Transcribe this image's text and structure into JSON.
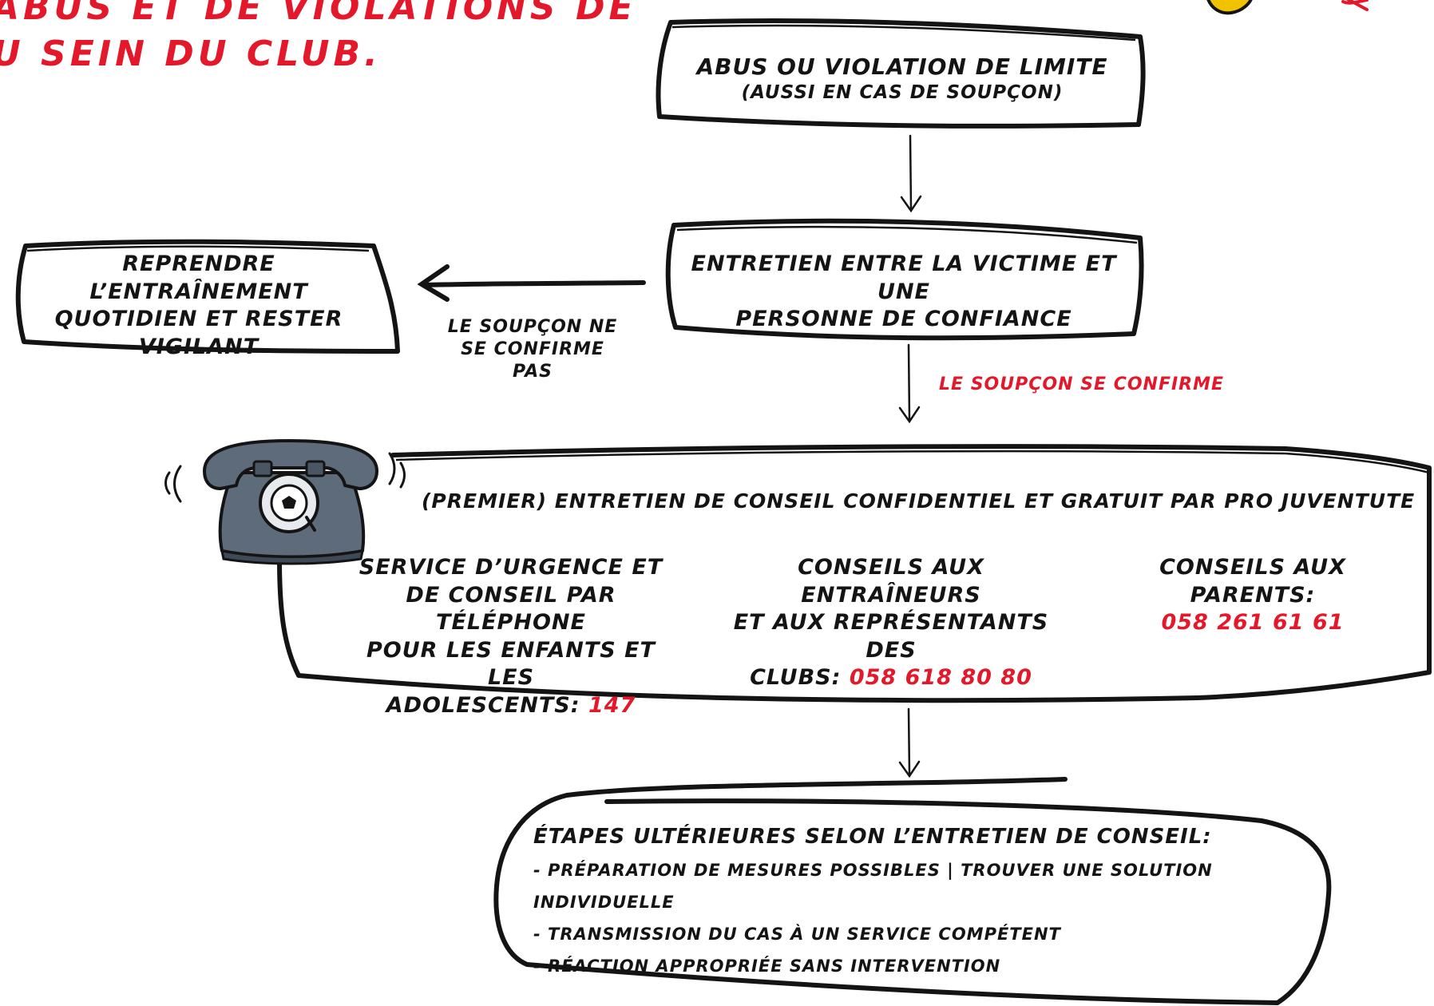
{
  "title": {
    "line1": "abus et de violations de",
    "line2": "u sein du club."
  },
  "nodes": {
    "start": {
      "line1": "Abus ou violation de limite",
      "line2": "(aussi en cas de soupçon)"
    },
    "interview": {
      "line1": "Entretien entre la victime et une",
      "line2": "personne de confiance"
    },
    "resume": {
      "line1": "Reprendre l’entraînement",
      "line2": "quotidien et rester",
      "line3": "vigilant"
    },
    "advice": {
      "heading": "(Premier) entretien de conseil confidentiel et gratuit par Pro Juventute",
      "children": {
        "line1": "Service d’urgence et",
        "line2": "de conseil par téléphone",
        "line3": "pour les enfants et les",
        "line4_prefix": "adolescents:",
        "number": "147"
      },
      "coaches": {
        "line1": "Conseils aux entraîneurs",
        "line2": "et aux représentants des",
        "line3_prefix": "clubs:",
        "number": "058 618 80 80"
      },
      "parents": {
        "line1": "Conseils aux parents:",
        "number": "058 261 61 61"
      }
    },
    "next": {
      "heading": "Étapes ultérieures selon l’entretien de conseil:",
      "items": [
        "- Préparation de mesures possibles | trouver une solution individuelle",
        "- Transmission du cas à un service compétent",
        "- Réaction appropriée sans intervention"
      ]
    }
  },
  "edges": {
    "not_confirmed": {
      "line1": "le soupçon ne",
      "line2": "se confirme pas"
    },
    "confirmed": "le soupçon se confirme"
  },
  "colors": {
    "accent": "#e3192b",
    "ink": "#141414",
    "phone": "#5d6b7a",
    "badge": "#f2c200"
  },
  "icons": [
    "telephone-icon",
    "logo-badge-icon"
  ]
}
